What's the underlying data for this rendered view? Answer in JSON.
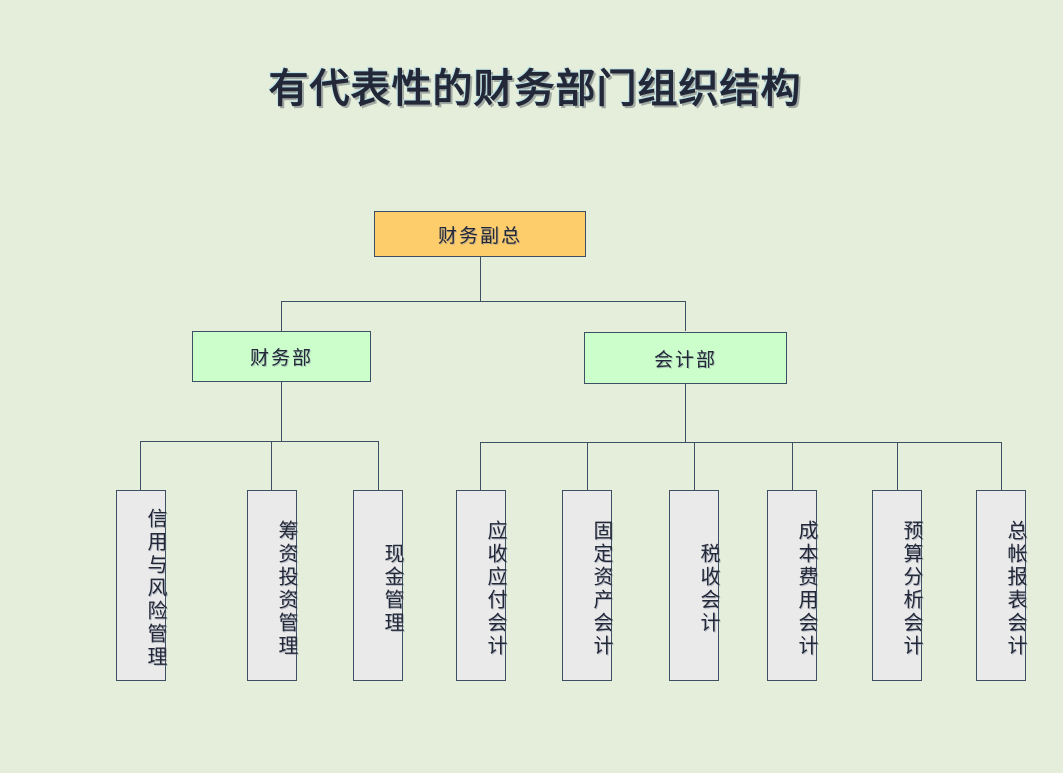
{
  "title": "有代表性的财务部门组织结构",
  "colors": {
    "background": "#e4eeda",
    "root_fill": "#fecd6b",
    "dept_fill": "#ccfecc",
    "leaf_fill": "#eaeaea",
    "border": "#3d4f63",
    "text": "#232838"
  },
  "chart_data": {
    "type": "org-chart",
    "title": "有代表性的财务部门组织结构",
    "orientation": "top-down",
    "levels": 3,
    "nodes": [
      {
        "id": "root",
        "label": "财务副总",
        "level": 0,
        "parent": null,
        "fill": "#fecd6b"
      },
      {
        "id": "fin",
        "label": "财务部",
        "level": 1,
        "parent": "root",
        "fill": "#ccfecc"
      },
      {
        "id": "acc",
        "label": "会计部",
        "level": 1,
        "parent": "root",
        "fill": "#ccfecc"
      },
      {
        "id": "fin1",
        "label": "信用与风险管理",
        "level": 2,
        "parent": "fin",
        "fill": "#eaeaea"
      },
      {
        "id": "fin2",
        "label": "筹资投资管理",
        "level": 2,
        "parent": "fin",
        "fill": "#eaeaea"
      },
      {
        "id": "fin3",
        "label": "现金管理",
        "level": 2,
        "parent": "fin",
        "fill": "#eaeaea"
      },
      {
        "id": "acc1",
        "label": "应收应付会计",
        "level": 2,
        "parent": "acc",
        "fill": "#eaeaea"
      },
      {
        "id": "acc2",
        "label": "固定资产会计",
        "level": 2,
        "parent": "acc",
        "fill": "#eaeaea"
      },
      {
        "id": "acc3",
        "label": "税收会计",
        "level": 2,
        "parent": "acc",
        "fill": "#eaeaea"
      },
      {
        "id": "acc4",
        "label": "成本费用会计",
        "level": 2,
        "parent": "acc",
        "fill": "#eaeaea"
      },
      {
        "id": "acc5",
        "label": "预算分析会计",
        "level": 2,
        "parent": "acc",
        "fill": "#eaeaea"
      },
      {
        "id": "acc6",
        "label": "总帐报表会计",
        "level": 2,
        "parent": "acc",
        "fill": "#eaeaea"
      }
    ]
  },
  "root": {
    "label": "财务副总"
  },
  "departments": [
    {
      "label": "财务部"
    },
    {
      "label": "会计部"
    }
  ],
  "finance_units": [
    {
      "label": "信用与风险管理"
    },
    {
      "label": "筹资投资管理"
    },
    {
      "label": "现金管理"
    }
  ],
  "accounting_units": [
    {
      "label": "应收应付会计"
    },
    {
      "label": "固定资产会计"
    },
    {
      "label": "税收会计"
    },
    {
      "label": "成本费用会计"
    },
    {
      "label": "预算分析会计"
    },
    {
      "label": "总帐报表会计"
    }
  ]
}
